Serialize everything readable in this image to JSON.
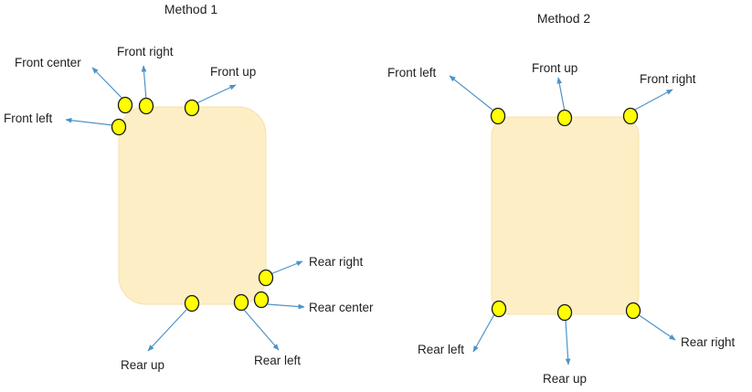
{
  "method1": {
    "title": "Method 1",
    "labels": {
      "front_center": "Front center",
      "front_right": "Front right",
      "front_up": "Front up",
      "front_left": "Front left",
      "rear_right": "Rear right",
      "rear_center": "Rear center",
      "rear_up": "Rear up",
      "rear_left": "Rear left"
    }
  },
  "method2": {
    "title": "Method 2",
    "labels": {
      "front_left": "Front left",
      "front_up": "Front up",
      "front_right": "Front right",
      "rear_left": "Rear left",
      "rear_up": "Rear up",
      "rear_right": "Rear right"
    }
  },
  "colors": {
    "box_fill": "#fdeec6",
    "sensor_fill": "#ffff00",
    "arrow": "#4e93c8"
  }
}
